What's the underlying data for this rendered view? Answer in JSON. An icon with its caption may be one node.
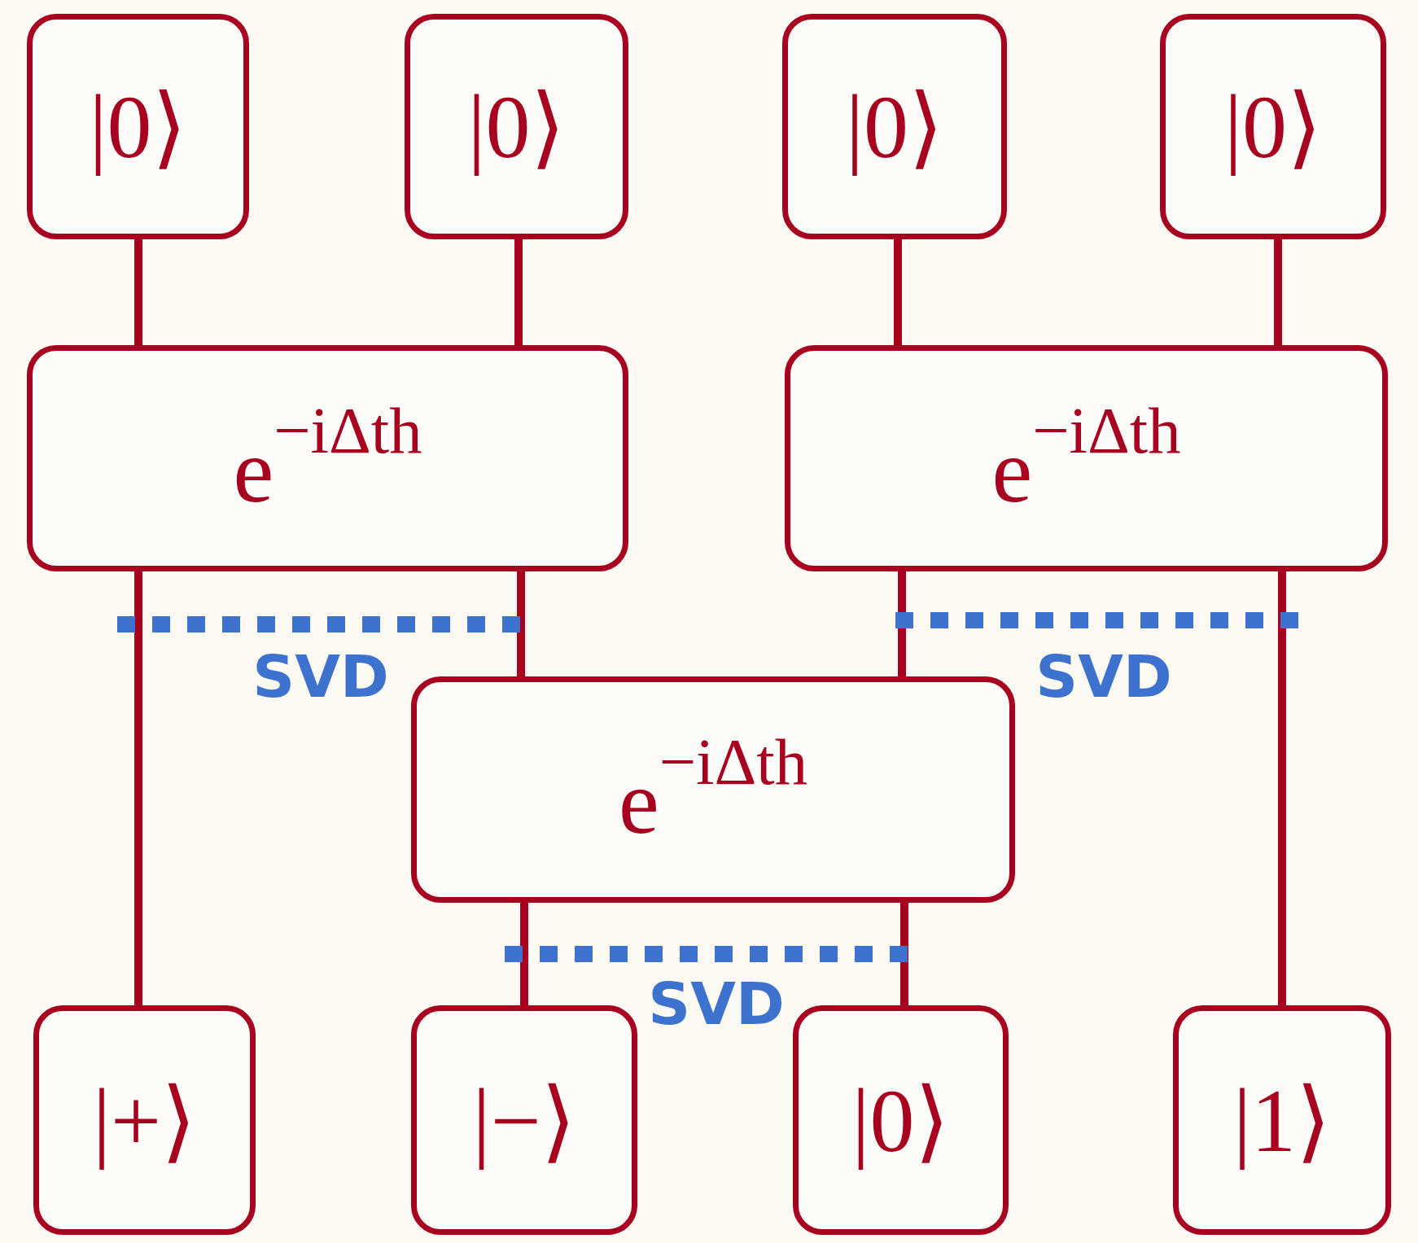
{
  "diagram": {
    "nodes": [
      {
        "text": [
          "|0⟩"
        ]
      },
      {
        "text": [
          "|0⟩"
        ]
      },
      {
        "text": [
          "|0⟩"
        ]
      },
      {
        "text": [
          "|0⟩"
        ]
      },
      {
        "text": [
          "e$^{−iΔth}$"
        ]
      },
      {
        "text": [
          "e$^{−iΔth}$"
        ]
      },
      {
        "text": [
          "e$^{−iΔth}$"
        ]
      },
      {
        "text": [
          "|+⟩"
        ]
      },
      {
        "text": [
          "|−⟩"
        ]
      },
      {
        "text": [
          "|0⟩"
        ]
      },
      {
        "text": [
          "|1⟩"
        ]
      }
    ],
    "edges": [
      {
        "from": 0,
        "to": 4,
        "arrow": "none"
      },
      {
        "from": 1,
        "to": 4,
        "arrow": "none"
      },
      {
        "from": 2,
        "to": 5,
        "arrow": "none"
      },
      {
        "from": 3,
        "to": 5,
        "arrow": "none"
      },
      {
        "from": 4,
        "to": 7,
        "arrow": "none"
      },
      {
        "from": 4,
        "to": 6,
        "arrow": "none"
      },
      {
        "from": 5,
        "to": 6,
        "arrow": "none"
      },
      {
        "from": 5,
        "to": 10,
        "arrow": "none"
      },
      {
        "from": 6,
        "to": 8,
        "arrow": "none"
      },
      {
        "from": 6,
        "to": 9,
        "arrow": "none"
      }
    ],
    "labels": [
      "SVD",
      "SVD",
      "SVD"
    ]
  }
}
